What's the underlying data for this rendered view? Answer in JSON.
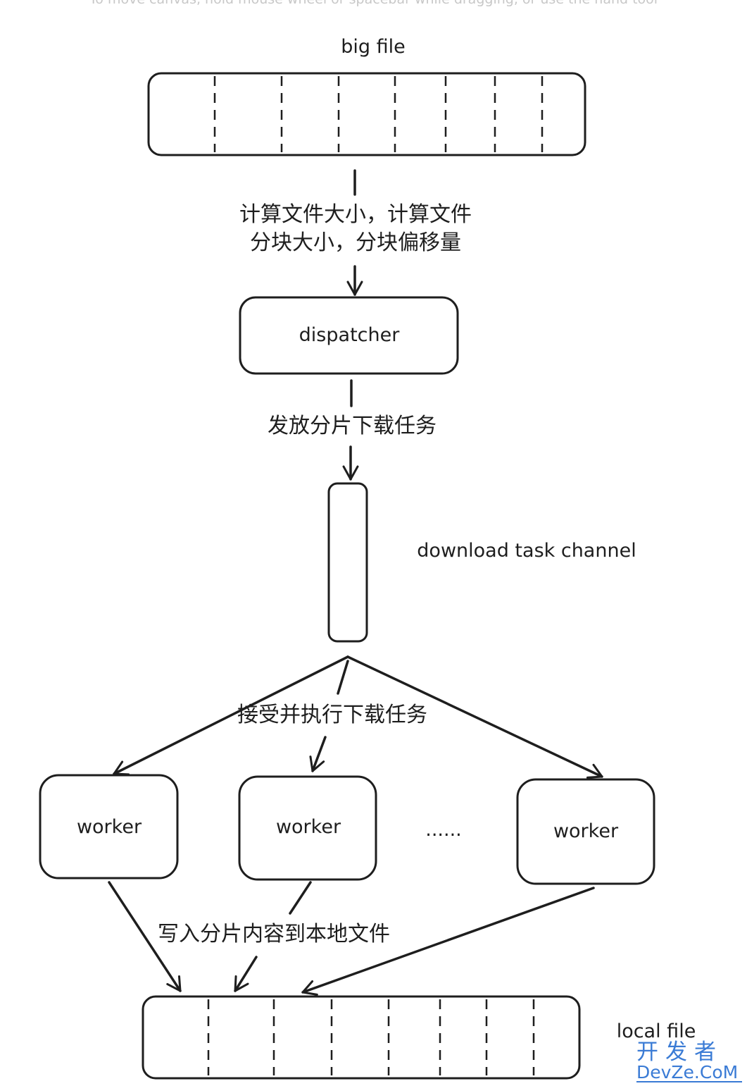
{
  "canvas_hint": "To move canvas, hold mouse wheel or spacebar while dragging, or use the hand tool",
  "labels": {
    "big_file": "big file",
    "step1_line1": "计算文件大小，计算文件",
    "step1_line2": "分块大小，分块偏移量",
    "dispatcher": "dispatcher",
    "step2": "发放分片下载任务",
    "channel": "download task channel",
    "step3": "接受并执行下载任务",
    "worker1": "worker",
    "worker2": "worker",
    "worker3": "worker",
    "ellipsis": "......",
    "step4": "写入分片内容到本地文件",
    "local_file": "local file"
  },
  "watermark": {
    "line1": "开发者",
    "line2": "DevZe.CoM"
  },
  "colors": {
    "ink": "#1e1e1e",
    "watermark": "#3a7bd5",
    "hint": "#c8c8c8"
  }
}
